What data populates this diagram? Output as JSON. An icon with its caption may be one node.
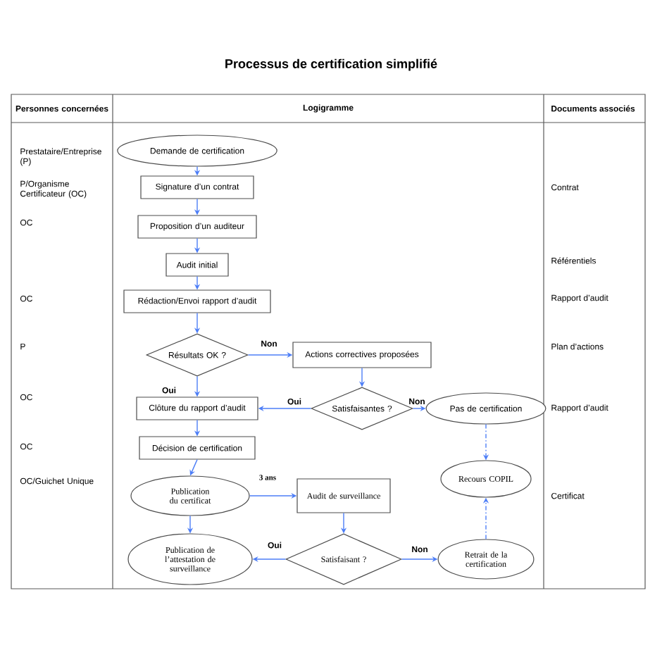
{
  "diagram": {
    "title": "Processus de certification simplifié",
    "nodes": [
      {
        "text": [
          "Demande de certification"
        ]
      },
      {
        "text": [
          "Signature d’un contrat"
        ]
      },
      {
        "text": [
          "Proposition d’un auditeur"
        ]
      },
      {
        "text": [
          "Audit initial"
        ]
      },
      {
        "text": [
          "Rédaction/Envoi rapport d’audit"
        ]
      },
      {
        "text": [
          "Résultats OK ?"
        ]
      },
      {
        "text": [
          "Actions correctives proposées"
        ]
      },
      {
        "text": [
          "Satisfaisantes ?"
        ]
      },
      {
        "text": [
          "Pas de certification"
        ]
      },
      {
        "text": [
          "Clôture du rapport d’audit"
        ]
      },
      {
        "text": [
          "Décision de certification"
        ]
      },
      {
        "text": [
          "Publication du certificat"
        ]
      },
      {
        "text": [
          "Audit de surveillance"
        ]
      },
      {
        "text": [
          "Recours COPIL"
        ]
      },
      {
        "text": [
          "Publication de l’attestation de surveillance"
        ]
      },
      {
        "text": [
          "Satisfaisant ?"
        ]
      },
      {
        "text": [
          "Retrait de la certification"
        ]
      }
    ],
    "edges": [
      {
        "from": 0,
        "to": 1,
        "arrow": "to"
      },
      {
        "from": 1,
        "to": 2,
        "arrow": "to"
      },
      {
        "from": 2,
        "to": 3,
        "arrow": "to"
      },
      {
        "from": 3,
        "to": 4,
        "arrow": "to"
      },
      {
        "from": 4,
        "to": 5,
        "arrow": "to"
      },
      {
        "from": 5,
        "to": 6,
        "arrow": "to",
        "label": "Non"
      },
      {
        "from": 6,
        "to": 7,
        "arrow": "to"
      },
      {
        "from": 7,
        "to": 8,
        "arrow": "to",
        "label": "Non"
      },
      {
        "from": 7,
        "to": 9,
        "arrow": "to",
        "label": "Oui"
      },
      {
        "from": 5,
        "to": 9,
        "arrow": "to",
        "label": "Oui"
      },
      {
        "from": 9,
        "to": 10,
        "arrow": "to"
      },
      {
        "from": 10,
        "to": 11,
        "arrow": "to"
      },
      {
        "from": 11,
        "to": 12,
        "arrow": "to",
        "label": "3 ans"
      },
      {
        "from": 11,
        "to": 14,
        "arrow": "to"
      },
      {
        "from": 12,
        "to": 15,
        "arrow": "to"
      },
      {
        "from": 15,
        "to": 14,
        "arrow": "to",
        "label": "Oui"
      },
      {
        "from": 15,
        "to": 16,
        "arrow": "to",
        "label": "Non"
      },
      {
        "from": 8,
        "to": 13,
        "arrow": "to",
        "style": "dashed"
      },
      {
        "from": 16,
        "to": 13,
        "arrow": "to",
        "style": "dashed"
      }
    ],
    "labels": [
      "Personnes concernées",
      "Logigramme",
      "Documents associés",
      "Prestataire/Entreprise (P)",
      "P/Organisme Certificateur (OC)",
      "Contrat",
      "OC",
      "Référentiels",
      "OC",
      "Rapport d’audit",
      "P",
      "Plan d’actions",
      "OC",
      "Rapport d’audit",
      "OC",
      "OC/Guichet Unique",
      "Certificat"
    ]
  }
}
